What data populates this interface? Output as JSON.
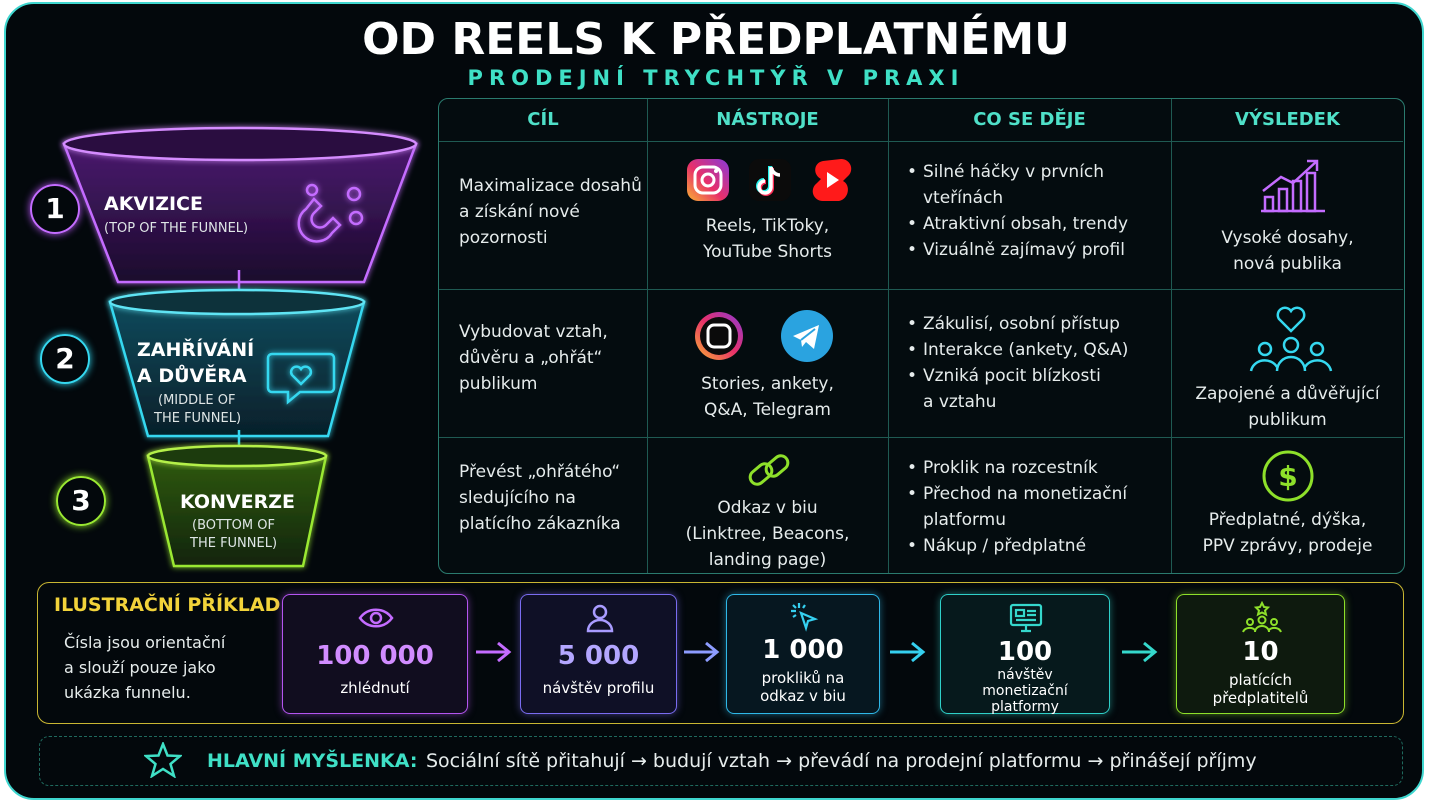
{
  "title": "OD REELS K PŘEDPLATNÉMU",
  "subtitle": "PRODEJNÍ TRYCHTÝŘ V PRAXI",
  "headers": [
    "CÍL",
    "NÁSTROJE",
    "CO SE DĚJE",
    "VÝSLEDEK"
  ],
  "stages": [
    {
      "number": "1",
      "name": "AKVIZICE",
      "sub": "(TOP OF THE FUNNEL)",
      "goal": [
        "Maximalizace dosahů",
        "a získání nové",
        "pozornosti"
      ],
      "tools_icons": [
        "instagram-icon",
        "tiktok-icon",
        "youtube-shorts-icon"
      ],
      "tools": [
        "Reels, TikToky,",
        "YouTube Shorts"
      ],
      "happens": [
        [
          "Silné háčky v prvních",
          "vteřínách"
        ],
        [
          "Atraktivní obsah, trendy"
        ],
        [
          "Vizuálně zajímavý profil"
        ]
      ],
      "result_icon": "growth-chart-icon",
      "result": [
        "Vysoké dosahy,",
        "nová publika"
      ],
      "color": "#b455f0"
    },
    {
      "number": "2",
      "name1": "ZAHŘÍVÁNÍ",
      "name2": "A DŮVĚRA",
      "sub1": "(MIDDLE OF",
      "sub2": "THE FUNNEL)",
      "goal": [
        "Vybudovat vztah,",
        "důvěru a „ohřát“",
        "publikum"
      ],
      "tools_icons": [
        "stories-icon",
        "telegram-icon"
      ],
      "tools": [
        "Stories, ankety,",
        "Q&A, Telegram"
      ],
      "happens": [
        [
          "Zákulisí, osobní přístup"
        ],
        [
          "Interakce (ankety, Q&A)"
        ],
        [
          "Vzniká pocit blízkosti",
          "a vztahu"
        ]
      ],
      "result_icon": "community-heart-icon",
      "result": [
        "Zapojené a důvěřující",
        "publikum"
      ],
      "color": "#2fd0e8"
    },
    {
      "number": "3",
      "name": "KONVERZE",
      "sub1": "(BOTTOM OF",
      "sub2": "THE FUNNEL)",
      "goal": [
        "Převést „ohřátého“",
        "sledujícího na",
        "platícího zákazníka"
      ],
      "tools_icons": [
        "link-icon"
      ],
      "tools": [
        "Odkaz v biu",
        "(Linktree, Beacons,",
        "landing page)"
      ],
      "happens": [
        [
          "Proklik na rozcestník"
        ],
        [
          "Přechod na monetizační",
          "platformu"
        ],
        [
          "Nákup / předplatné"
        ]
      ],
      "result_icon": "dollar-icon",
      "result": [
        "Předplatné, dýška,",
        "PPV zprávy, prodeje"
      ],
      "color": "#8ee02a"
    }
  ],
  "example": {
    "heading": "ILUSTRAČNÍ PŘÍKLAD",
    "note": [
      "Čísla jsou orientační",
      "a slouží pouze jako",
      "ukázka funnelu."
    ],
    "steps": [
      {
        "value": "100 000",
        "label": [
          "zhlédnutí"
        ],
        "icon": "eye-icon",
        "color": "#b455f0",
        "value_color": "#d18cff"
      },
      {
        "value": "5 000",
        "label": [
          "návštěv profilu"
        ],
        "icon": "user-icon",
        "color": "#7a6cf0",
        "value_color": "#b3a6ff"
      },
      {
        "value": "1 000",
        "label": [
          "prokliků na",
          "odkaz v biu"
        ],
        "icon": "cursor-click-icon",
        "color": "#2fb8e8",
        "value_color": "#ffffff"
      },
      {
        "value": "100",
        "label": [
          "návštěv",
          "monetizační",
          "platformy"
        ],
        "icon": "monitor-icon",
        "color": "#2fd0c8",
        "value_color": "#ffffff"
      },
      {
        "value": "10",
        "label": [
          "platících",
          "předplatitelů"
        ],
        "icon": "subscribers-icon",
        "color": "#8ee02a",
        "value_color": "#ffffff"
      }
    ]
  },
  "main_idea": {
    "label": "HLAVNÍ MYŠLENKA:",
    "text": "Sociální sítě přitahují → budují vztah → převádí na prodejní platformu → přinášejí příjmy"
  }
}
